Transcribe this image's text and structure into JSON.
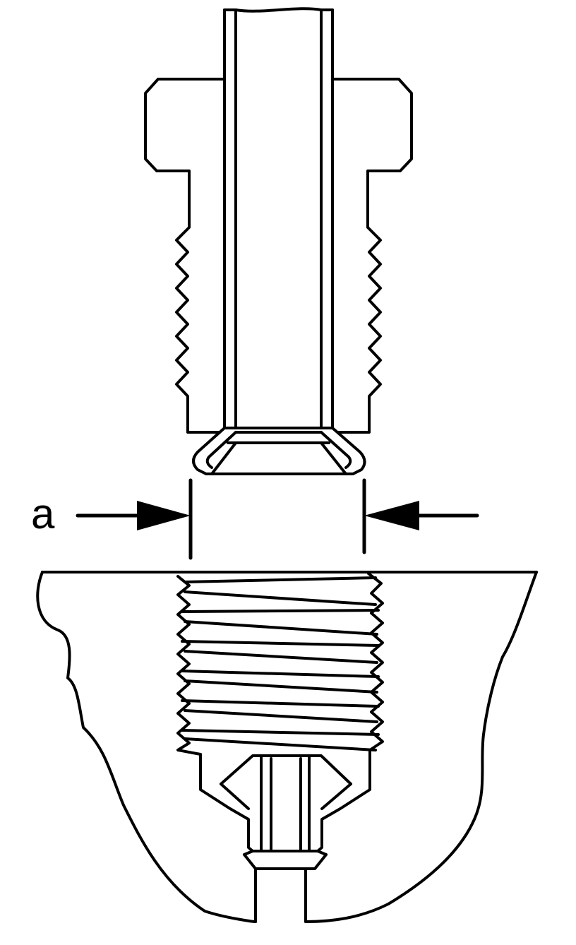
{
  "labels": {
    "dimension": "a"
  },
  "colors": {
    "line": "#000000",
    "background": "#ffffff"
  },
  "icons": {
    "left_arrow": "arrow-right-pointing",
    "right_arrow": "arrow-left-pointing"
  }
}
